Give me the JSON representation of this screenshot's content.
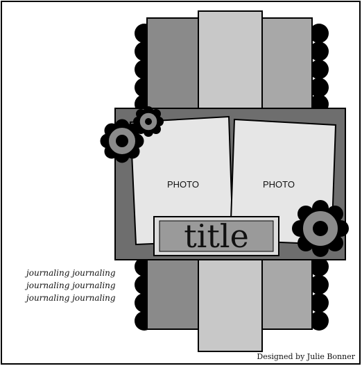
{
  "photos": [
    {
      "label": "PHOTO"
    },
    {
      "label": "PHOTO"
    }
  ],
  "title": "title",
  "journaling": [
    "journaling journaling",
    "journaling journaling",
    "journaling journaling"
  ],
  "credit": "Designed by Julie Bonner",
  "palette": {
    "background": "#ffffff",
    "border": "#000000",
    "dark_gray": "#6e6e6e",
    "mid_gray": "#8a8a8a",
    "light_gray": "#c8c8c8",
    "lighter_gray": "#dcdcdc",
    "photo_fill": "#e6e6e6",
    "scallop": "#000000"
  }
}
